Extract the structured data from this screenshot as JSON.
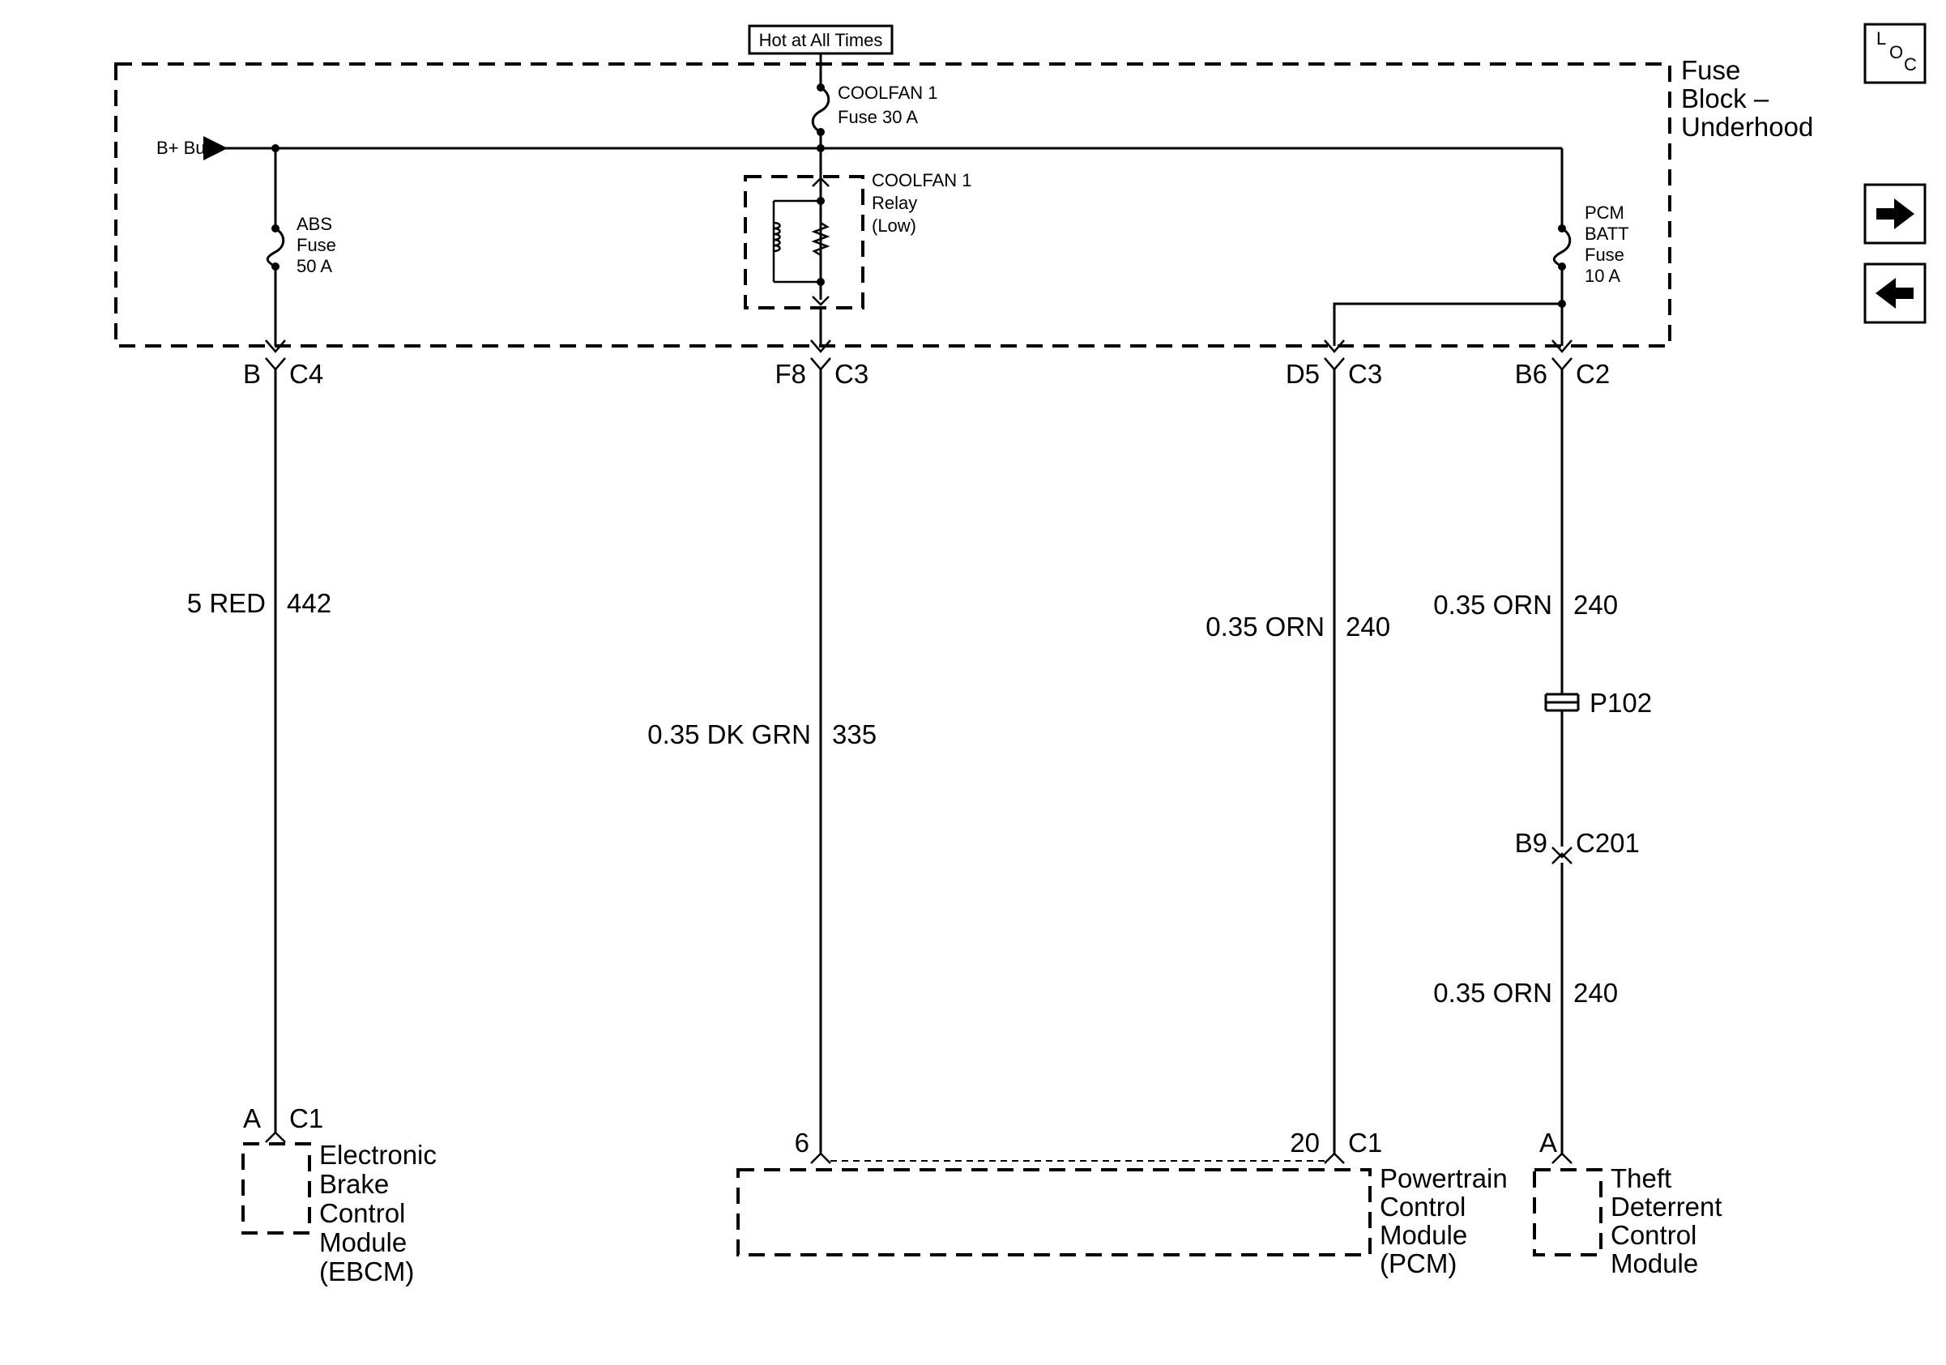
{
  "power_source": "Hot at All Times",
  "fuse_block": {
    "line1": "Fuse",
    "line2": "Block –",
    "line3": "Underhood"
  },
  "bus_label": "B+ Bus",
  "coolfan_fuse": {
    "line1": "COOLFAN 1",
    "line2": "Fuse 30 A"
  },
  "coolfan_relay": {
    "line1": "COOLFAN 1",
    "line2": "Relay",
    "line3": "(Low)"
  },
  "abs_fuse": {
    "line1": "ABS",
    "line2": "Fuse",
    "line3": "50 A"
  },
  "pcm_batt_fuse": {
    "line1": "PCM",
    "line2": "BATT",
    "line3": "Fuse",
    "line4": "10 A"
  },
  "connectors": {
    "b_c4": {
      "pin": "B",
      "conn": "C4"
    },
    "f8_c3": {
      "pin": "F8",
      "conn": "C3"
    },
    "d5_c3": {
      "pin": "D5",
      "conn": "C3"
    },
    "b6_c2": {
      "pin": "B6",
      "conn": "C2"
    },
    "b9_c201": {
      "pin": "B9",
      "conn": "C201"
    },
    "a_c1": {
      "pin": "A",
      "conn": "C1"
    },
    "pin6": {
      "pin": "6"
    },
    "pin20_c1": {
      "pin": "20",
      "conn": "C1"
    },
    "a_theft": {
      "pin": "A"
    }
  },
  "splice": "P102",
  "wires": {
    "abs": {
      "gauge": "5 RED",
      "circuit": "442"
    },
    "fan": {
      "gauge": "0.35 DK GRN",
      "circuit": "335"
    },
    "pcm": {
      "gauge": "0.35 ORN",
      "circuit": "240"
    },
    "theft_upper": {
      "gauge": "0.35 ORN",
      "circuit": "240"
    },
    "theft_lower": {
      "gauge": "0.35 ORN",
      "circuit": "240"
    }
  },
  "modules": {
    "ebcm": {
      "line1": "Electronic",
      "line2": "Brake",
      "line3": "Control",
      "line4": "Module",
      "line5": "(EBCM)"
    },
    "pcm": {
      "line1": "Powertrain",
      "line2": "Control",
      "line3": "Module",
      "line4": "(PCM)"
    },
    "theft": {
      "line1": "Theft",
      "line2": "Deterrent",
      "line3": "Control",
      "line4": "Module"
    }
  },
  "nav": {
    "loc_l": "L",
    "loc_o": "O",
    "loc_c": "C"
  }
}
